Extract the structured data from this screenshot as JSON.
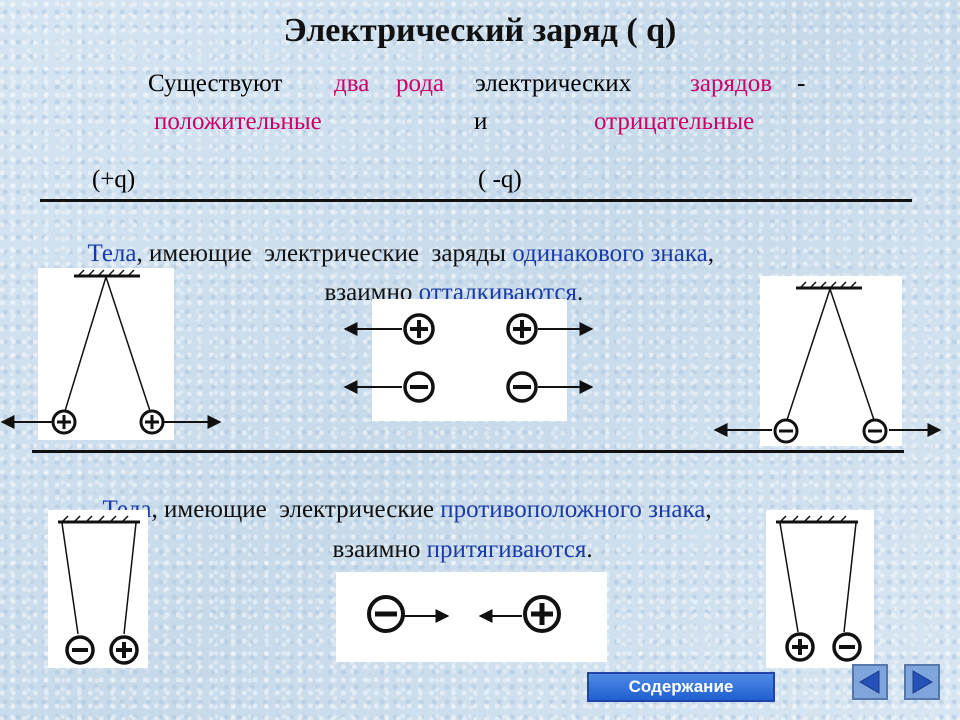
{
  "title": "Электрический  заряд ( q)",
  "intro": {
    "w1": "Существуют",
    "w2": "два",
    "w3": "рода",
    "w4": "электрических",
    "w5": "зарядов",
    "w6": "-",
    "w7": "положительные",
    "w8": "и",
    "w9": "отрицательные",
    "pos_sym": "(+q)",
    "neg_sym": "( -q)"
  },
  "repel": {
    "w1": "Тела",
    "w2": ", имеющие  электрические  заряды ",
    "w3": "одинакового знака",
    "w4": ",",
    "w5": "взаимно ",
    "w6": "отталкиваются",
    "w7": "."
  },
  "attract": {
    "w1": "Тела",
    "w2": ", имеющие  электрические ",
    "w3": "противоположного знака",
    "w4": ",",
    "w5": "взаимно ",
    "w6": "притягиваются",
    "w7": "."
  },
  "nav": {
    "contents": "Содержание"
  },
  "colors": {
    "accent_pink": "#cc0066",
    "accent_blue": "#1a3aa8",
    "nav_button": "#3b7be0"
  },
  "icons": [
    "plus-charge-icon",
    "minus-charge-icon",
    "arrow-left-icon",
    "arrow-right-icon",
    "prev-icon",
    "next-icon"
  ]
}
